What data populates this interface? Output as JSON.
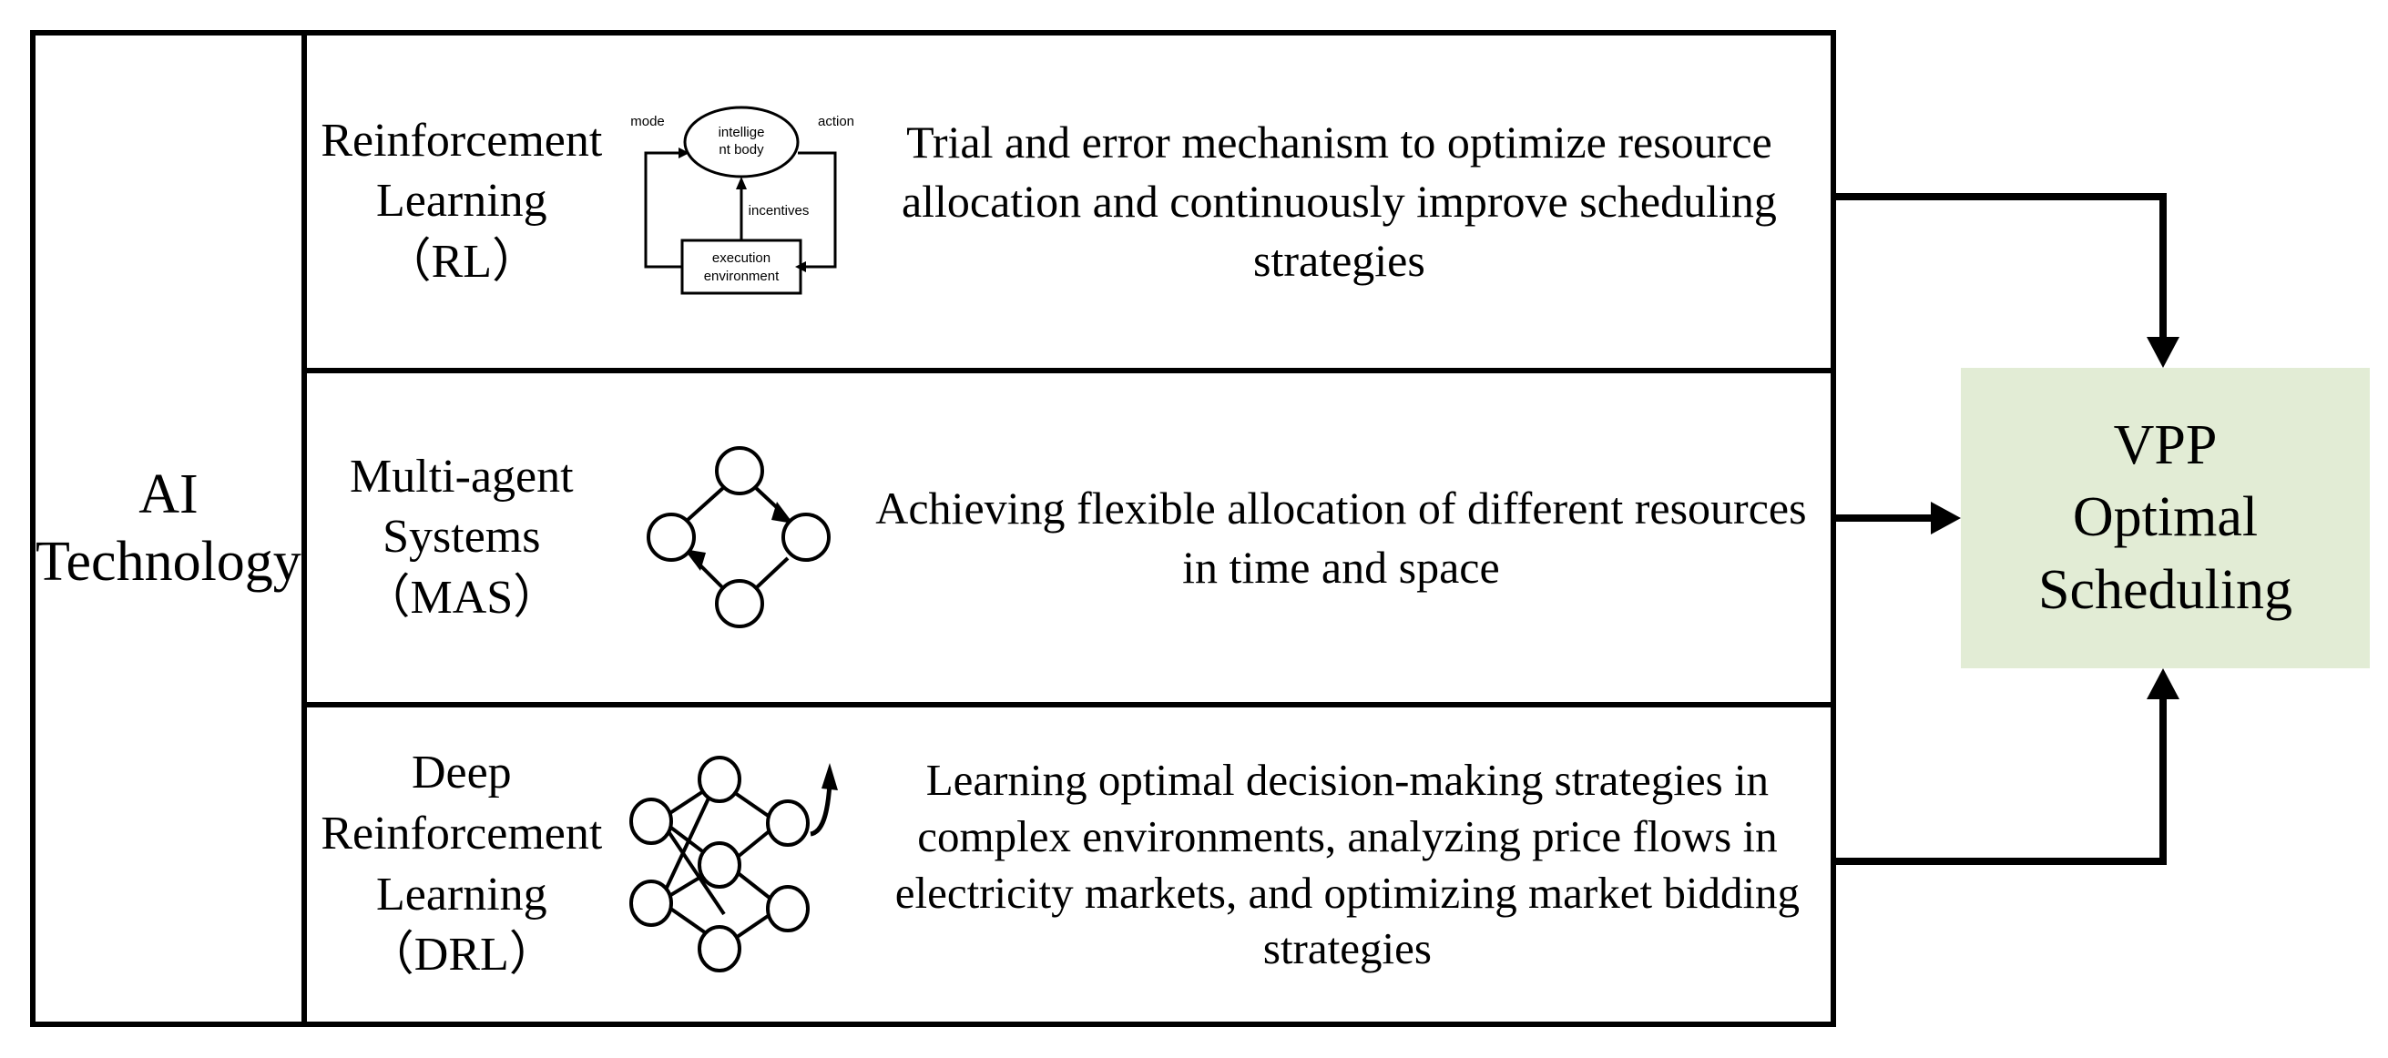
{
  "diagram": {
    "left_column": {
      "label": "AI\nTechnology"
    },
    "rows": [
      {
        "name": "Reinforcement\nLearning\n（RL）",
        "icon": "reinforcement-learning-loop-icon",
        "icon_labels": {
          "agent": "intellige\nnt body",
          "environment": "execution\nenvironment",
          "left_edge": "mode",
          "right_edge": "action",
          "center_edge": "incentives"
        },
        "description": "Trial and error mechanism to optimize resource allocation and continuously improve scheduling strategies"
      },
      {
        "name": "Multi-agent\nSystems\n（MAS）",
        "icon": "multi-agent-ring-icon",
        "icon_labels": {},
        "description": "Achieving flexible allocation of different resources in time and space"
      },
      {
        "name": "Deep\nReinforcement\nLearning\n（DRL）",
        "icon": "neural-network-icon",
        "icon_labels": {},
        "description": "Learning optimal decision-making strategies in complex environments, analyzing price flows in electricity markets, and optimizing market bidding strategies"
      }
    ],
    "result": {
      "label": "VPP\nOptimal\nScheduling",
      "fill_color": "#e2ecd5"
    },
    "connectors": [
      {
        "from": "row-rl",
        "to": "result-top",
        "style": "elbow-down-arrow"
      },
      {
        "from": "row-mas",
        "to": "result-left",
        "style": "straight-right-arrow"
      },
      {
        "from": "row-drl",
        "to": "result-bottom",
        "style": "elbow-up-arrow"
      }
    ],
    "colors": {
      "line": "#000000",
      "background": "#ffffff",
      "result_fill": "#e2ecd5"
    }
  }
}
